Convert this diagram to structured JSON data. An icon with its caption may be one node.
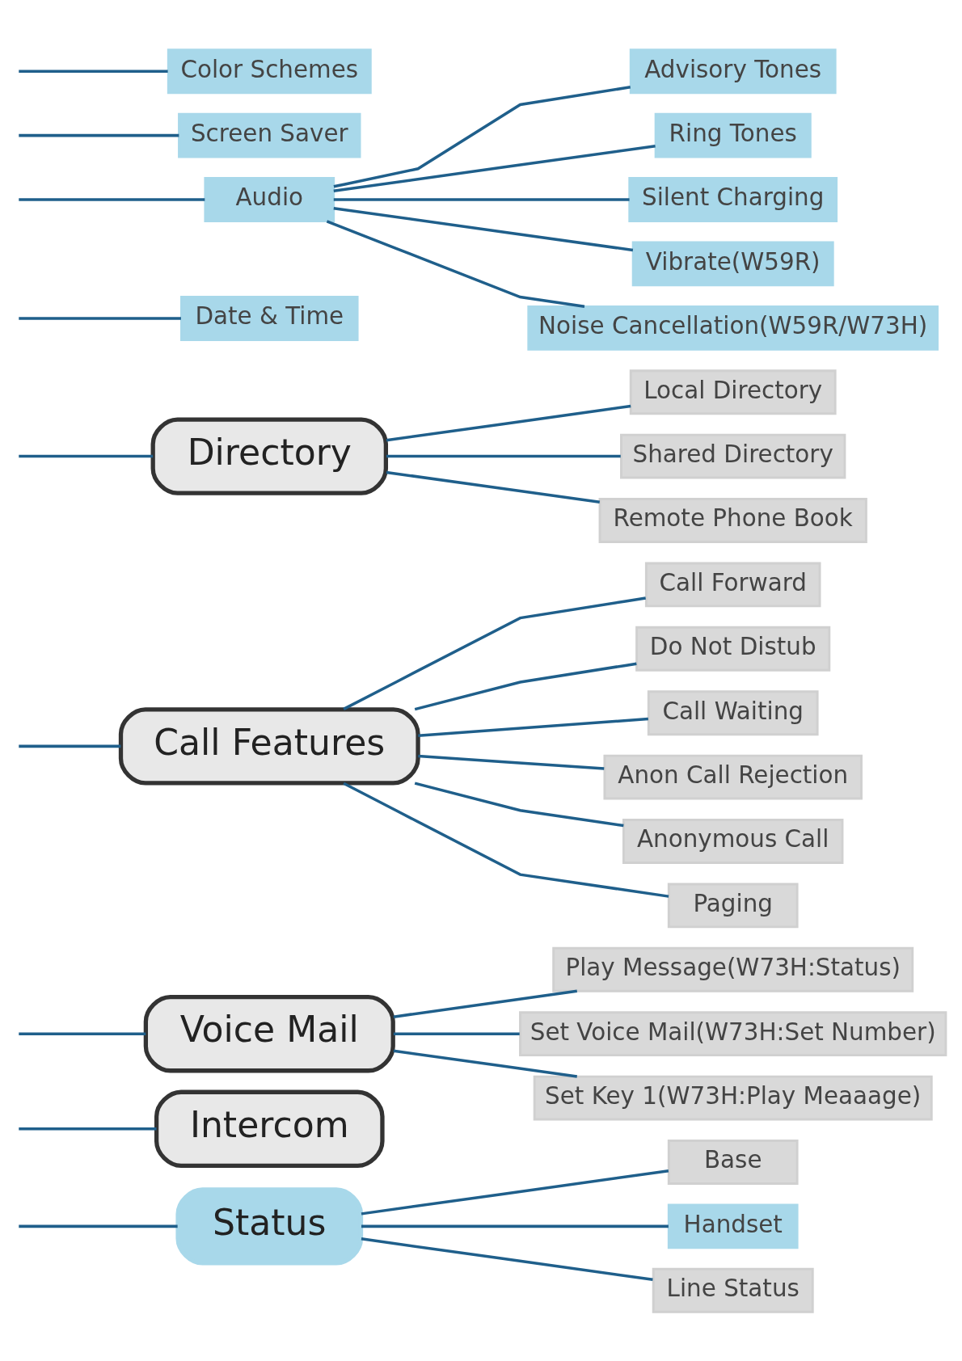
{
  "diagram": {
    "nodes": [
      {
        "text": [
          "Status"
        ]
      },
      {
        "text": [
          "Base"
        ]
      },
      {
        "text": [
          "Handset"
        ]
      },
      {
        "text": [
          "Line Status"
        ]
      },
      {
        "text": [
          "Intercom"
        ]
      },
      {
        "text": [
          "Voice Mail"
        ]
      },
      {
        "text": [
          "Play Message(W73H:Status)"
        ]
      },
      {
        "text": [
          "Set Voice Mail(W73H:Set Number)"
        ]
      },
      {
        "text": [
          "Set Key 1(W73H:Play Meaaage)"
        ]
      },
      {
        "text": [
          "Call Features"
        ]
      },
      {
        "text": [
          "Call Forward"
        ]
      },
      {
        "text": [
          "Do Not Distub"
        ]
      },
      {
        "text": [
          "Call Waiting"
        ]
      },
      {
        "text": [
          "Anon Call Rejection"
        ]
      },
      {
        "text": [
          "Anonymous Call"
        ]
      },
      {
        "text": [
          "Paging"
        ]
      },
      {
        "text": [
          "Directory"
        ]
      },
      {
        "text": [
          "Local Directory"
        ]
      },
      {
        "text": [
          "Shared Directory"
        ]
      },
      {
        "text": [
          "Remote Phone Book"
        ]
      },
      {
        "text": [
          "Date & Time"
        ]
      },
      {
        "text": [
          "Audio"
        ]
      },
      {
        "text": [
          "Advisory Tones"
        ]
      },
      {
        "text": [
          "Ring Tones"
        ]
      },
      {
        "text": [
          "Silent Charging"
        ]
      },
      {
        "text": [
          "Vibrate(W59R)"
        ]
      },
      {
        "text": [
          "Noise Cancellation(W59R/W73H)"
        ]
      },
      {
        "text": [
          "Screen Saver"
        ]
      },
      {
        "text": [
          "Color Schemes"
        ]
      }
    ],
    "edges": [
      {
        "from": null,
        "to": 0,
        "arrow": "none"
      },
      {
        "from": 0,
        "to": 1,
        "arrow": "none"
      },
      {
        "from": 0,
        "to": 2,
        "arrow": "none"
      },
      {
        "from": 0,
        "to": 3,
        "arrow": "none"
      },
      {
        "from": null,
        "to": 4,
        "arrow": "none"
      },
      {
        "from": null,
        "to": 5,
        "arrow": "none"
      },
      {
        "from": 5,
        "to": 6,
        "arrow": "none"
      },
      {
        "from": 5,
        "to": 7,
        "arrow": "none"
      },
      {
        "from": 5,
        "to": 8,
        "arrow": "none"
      },
      {
        "from": null,
        "to": 9,
        "arrow": "none"
      },
      {
        "from": 9,
        "to": 10,
        "arrow": "none"
      },
      {
        "from": 9,
        "to": 11,
        "arrow": "none"
      },
      {
        "from": 9,
        "to": 12,
        "arrow": "none"
      },
      {
        "from": 9,
        "to": 13,
        "arrow": "none"
      },
      {
        "from": 9,
        "to": 14,
        "arrow": "none"
      },
      {
        "from": 9,
        "to": 15,
        "arrow": "none"
      },
      {
        "from": null,
        "to": 16,
        "arrow": "none"
      },
      {
        "from": 16,
        "to": 17,
        "arrow": "none"
      },
      {
        "from": 16,
        "to": 18,
        "arrow": "none"
      },
      {
        "from": 16,
        "to": 19,
        "arrow": "none"
      },
      {
        "from": null,
        "to": 20,
        "arrow": "none"
      },
      {
        "from": null,
        "to": 21,
        "arrow": "none"
      },
      {
        "from": 21,
        "to": 22,
        "arrow": "none"
      },
      {
        "from": 21,
        "to": 23,
        "arrow": "none"
      },
      {
        "from": 21,
        "to": 24,
        "arrow": "none"
      },
      {
        "from": 21,
        "to": 25,
        "arrow": "none"
      },
      {
        "from": 21,
        "to": 26,
        "arrow": "none"
      },
      {
        "from": null,
        "to": 27,
        "arrow": "none"
      },
      {
        "from": null,
        "to": 28,
        "arrow": "none"
      }
    ]
  }
}
